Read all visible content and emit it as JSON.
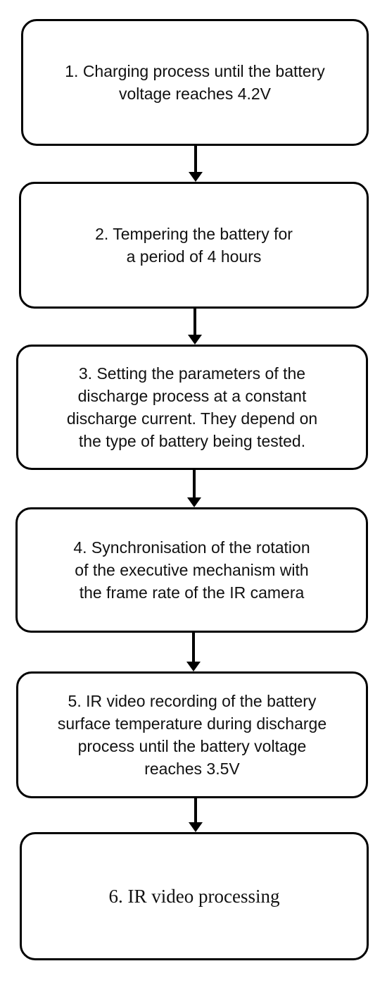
{
  "steps": [
    {
      "text": "1. Charging process until the battery\nvoltage reaches 4.2V"
    },
    {
      "text": "2. Tempering the battery for\na period of 4 hours"
    },
    {
      "text": "3. Setting the parameters of the\ndischarge process at a constant\ndischarge current. They depend on\nthe type of battery being tested."
    },
    {
      "text": "4. Synchronisation of the rotation\nof the executive mechanism with\nthe frame rate of the IR camera"
    },
    {
      "text": "5. IR video recording of the battery\nsurface temperature during discharge\nprocess until the battery voltage\nreaches 3.5V"
    },
    {
      "text": "6. IR video processing"
    }
  ],
  "colors": {
    "border": "#000000",
    "text": "#111111",
    "background": "#ffffff"
  }
}
